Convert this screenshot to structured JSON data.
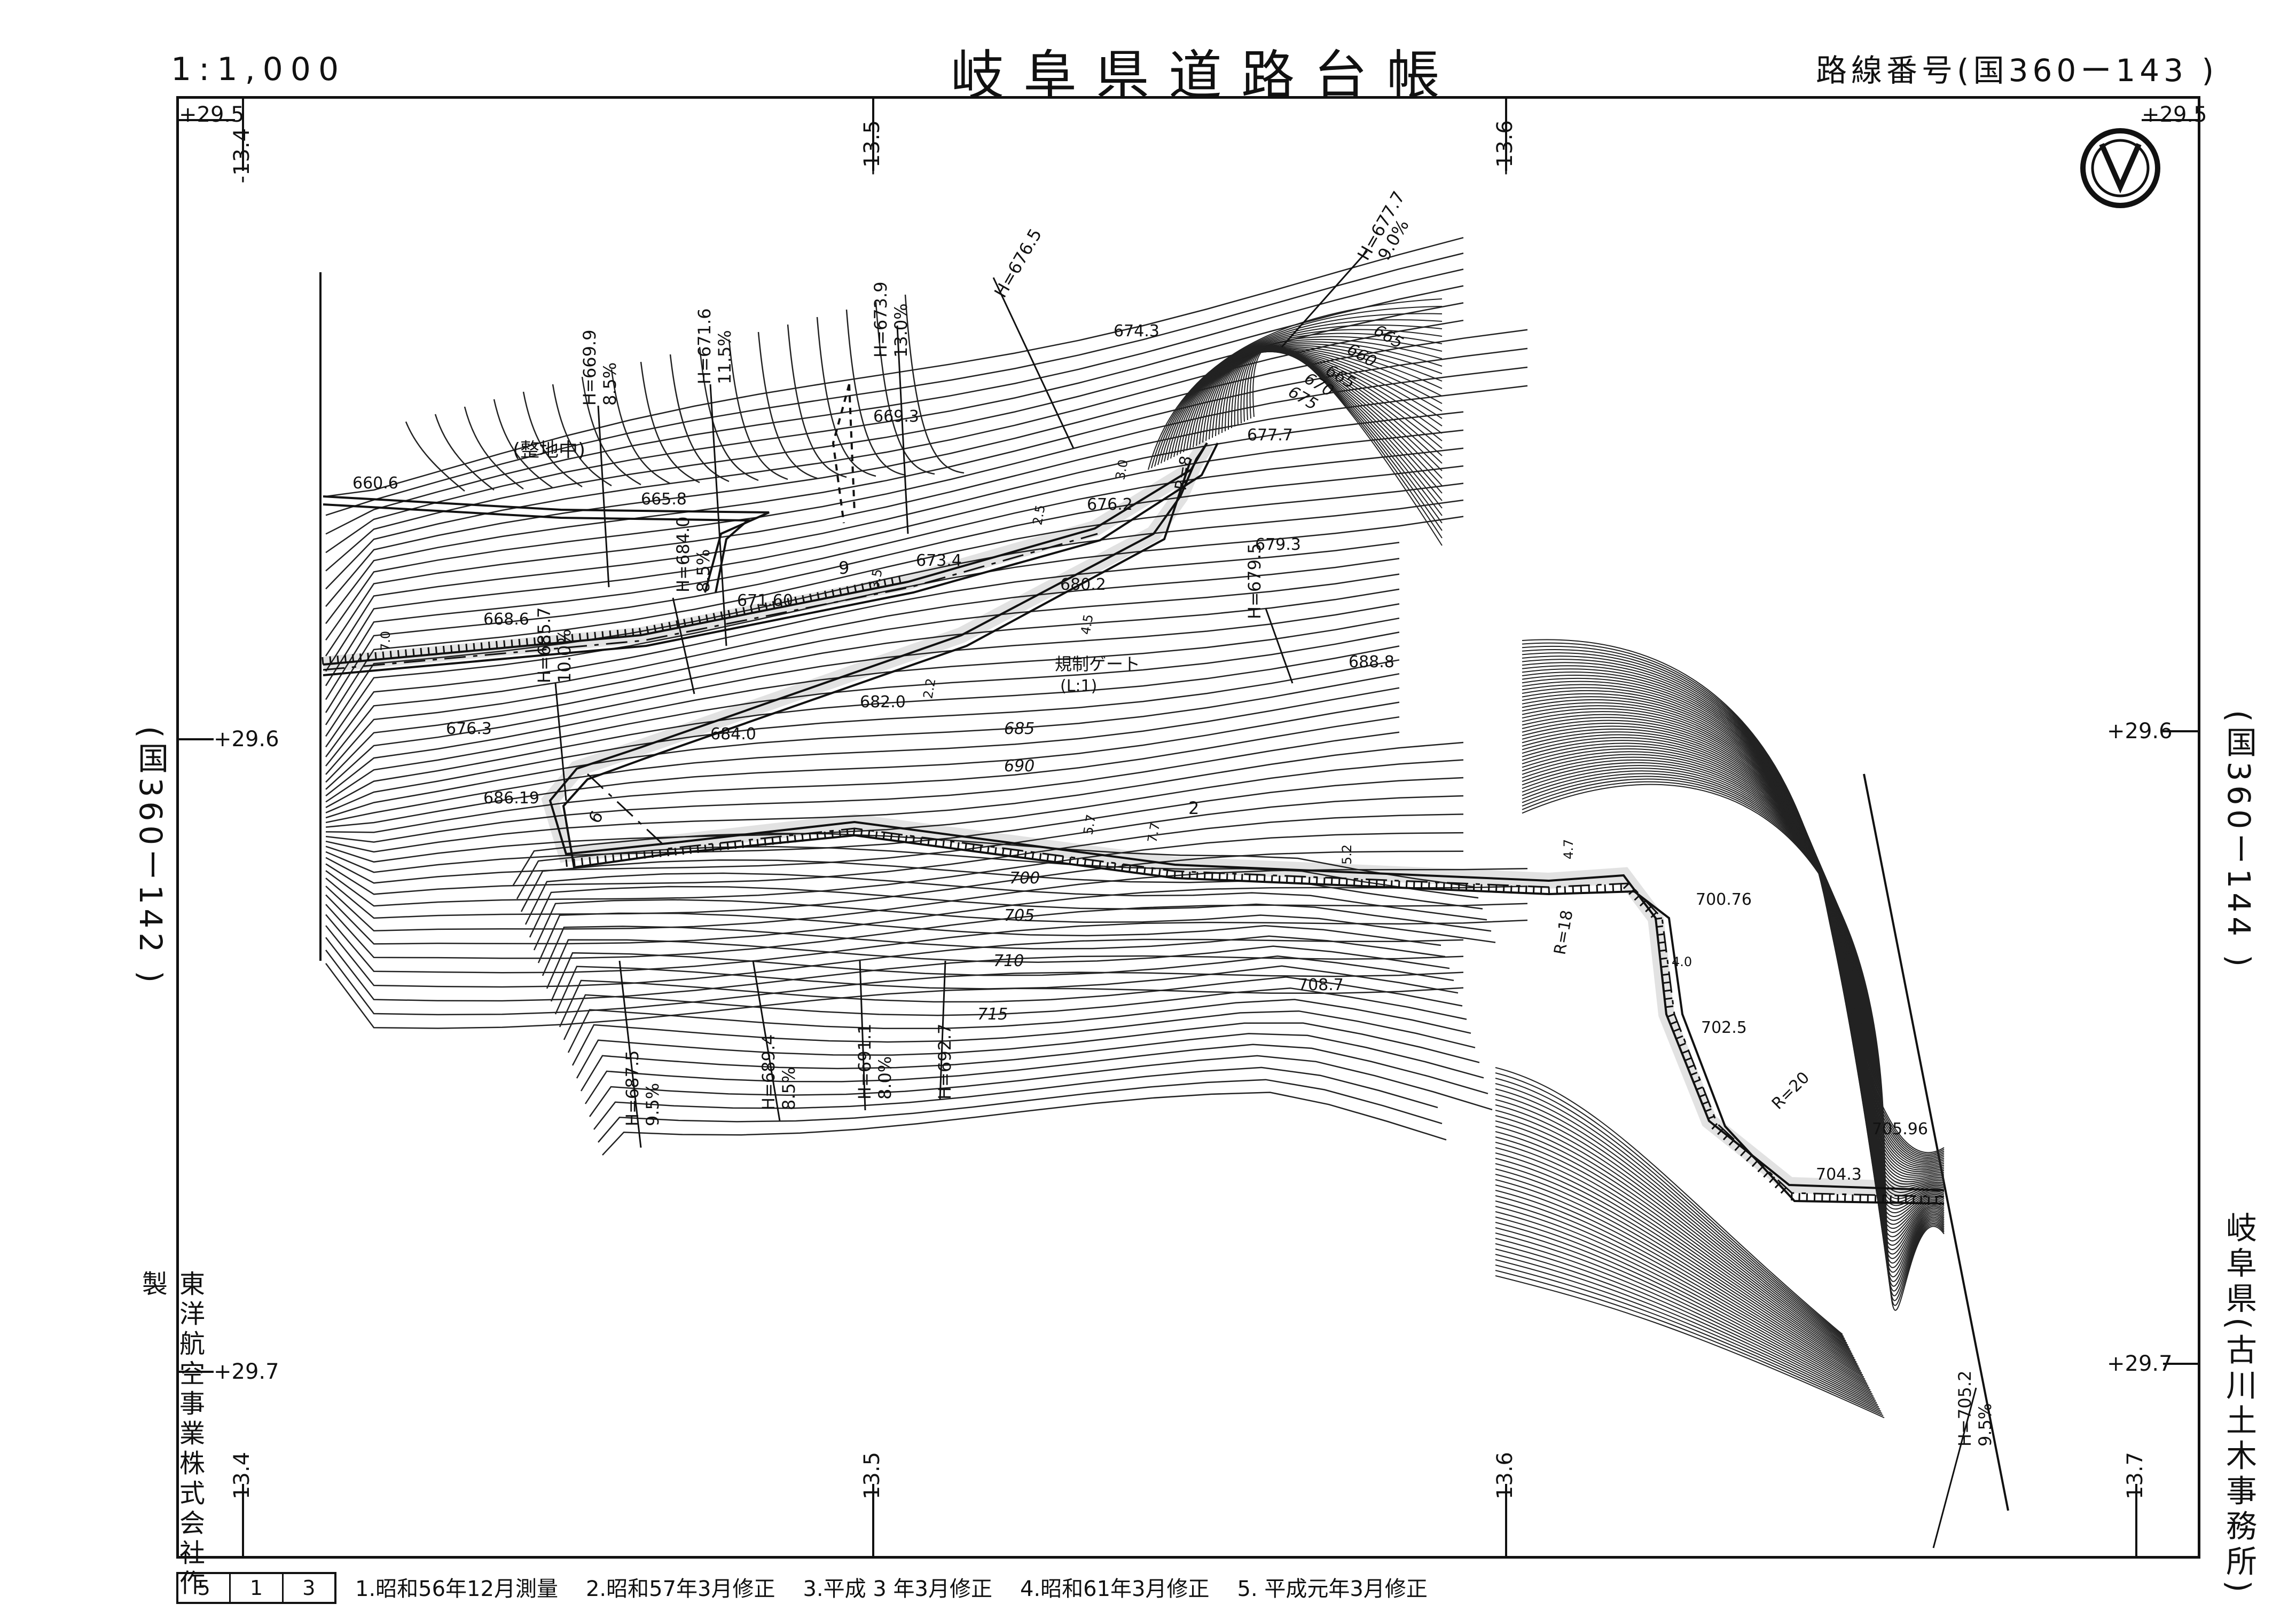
{
  "header": {
    "scale": "1:1,000",
    "title": "岐阜県道路台帳",
    "route": "路線番号(国360ー143 )"
  },
  "side": {
    "left_ref": "(国360ー142 )",
    "right_ref": "(国360ー144 )",
    "office": "岐阜県(古川土木事務所)",
    "maker": "東洋航空事業株式会社作製"
  },
  "grid": {
    "top": [
      "-13.4",
      "-13.5",
      "-13.6"
    ],
    "bottom": [
      "-13.4",
      "-13.5",
      "-13.6",
      "-13.7"
    ],
    "left": [
      "+29.5",
      "+29.6",
      "+29.7"
    ],
    "right": [
      "+29.5",
      "+29.6",
      "+29.7"
    ]
  },
  "footer": {
    "sheet": [
      "5",
      "1",
      "3"
    ],
    "notes": [
      "1.昭和56年12月測量",
      "2.昭和57年3月修正",
      "3.平成 3 年3月修正",
      "4.昭和61年3月修正",
      "5. 平成元年3月修正"
    ]
  },
  "map": {
    "area_note": "(整地中)",
    "gate": "規制ゲート",
    "gate_sub": "(L:1)",
    "spot_heights": [
      "660.6",
      "665.8",
      "668.6",
      "671.60",
      "673.4",
      "669.3",
      "674.3",
      "676.2",
      "677.7",
      "679.3",
      "680.2",
      "682.0",
      "684.0",
      "676.3",
      "686.19",
      "688.8",
      "700.76",
      "702.5",
      "705.96",
      "704.3",
      "708.7"
    ],
    "contours": [
      "665",
      "660",
      "665",
      "670",
      "675",
      "685",
      "690",
      "700",
      "705",
      "710",
      "715"
    ],
    "grades": [
      {
        "h": "H=669.9",
        "g": "8.5%"
      },
      {
        "h": "H=671.6",
        "g": "11.5%"
      },
      {
        "h": "H=673.9",
        "g": "13.0%"
      },
      {
        "h": "H=676.5",
        "g": ""
      },
      {
        "h": "H=677.7",
        "g": "9.0%"
      },
      {
        "h": "H=679.5",
        "g": ""
      },
      {
        "h": "H=684.0",
        "g": "8.5%"
      },
      {
        "h": "H=685.7",
        "g": "10.0%"
      },
      {
        "h": "H=687.5",
        "g": "9.5%"
      },
      {
        "h": "H=689.4",
        "g": "8.5%"
      },
      {
        "h": "H=691.1",
        "g": "8.0%"
      },
      {
        "h": "H=692.7",
        "g": ""
      },
      {
        "h": "H=705.2",
        "g": "9.5%"
      }
    ],
    "radii": [
      "R=8",
      "R=18",
      "R=20"
    ],
    "widths": [
      "7.0",
      "4.0",
      "3.0",
      "2.5",
      "3.5",
      "4.5",
      "5.2",
      "4.7",
      "2.2",
      "5.7",
      "7.7",
      "2",
      "9",
      "6"
    ]
  },
  "north_mark": "north-arrow-icon"
}
